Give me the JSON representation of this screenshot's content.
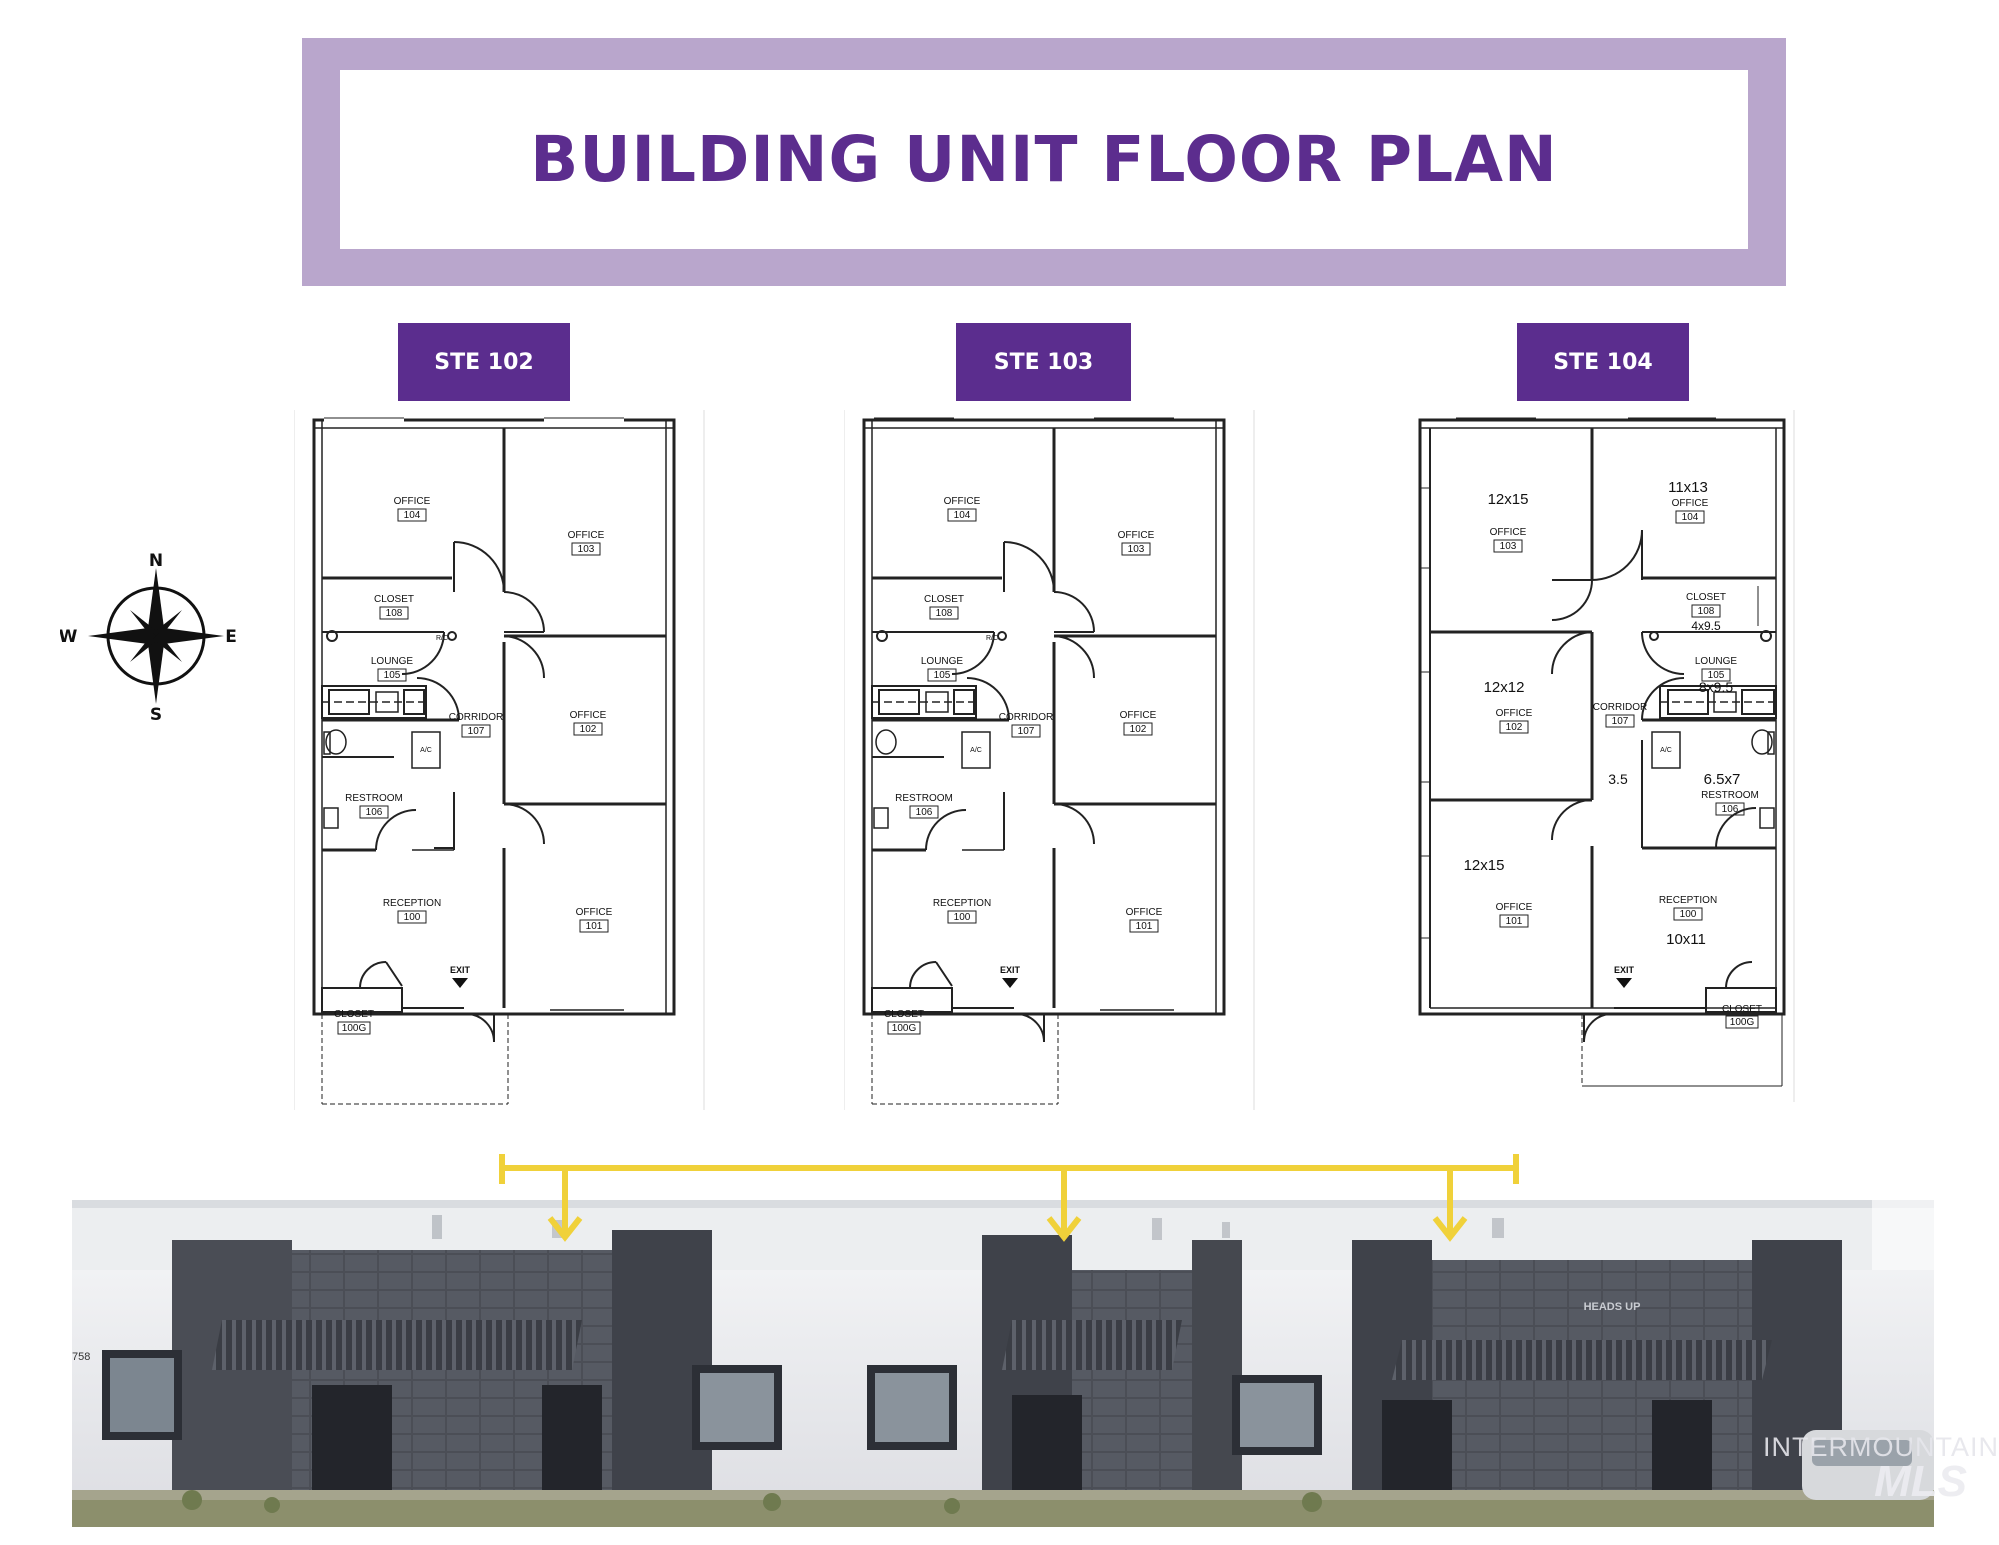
{
  "title": "BUILDING UNIT FLOOR PLAN",
  "compass": {
    "north": "N",
    "south": "S",
    "east": "E",
    "west": "W"
  },
  "units": [
    {
      "label": "STE 102",
      "rooms": [
        {
          "name": "OFFICE",
          "number": "104"
        },
        {
          "name": "OFFICE",
          "number": "103"
        },
        {
          "name": "CLOSET",
          "number": "108"
        },
        {
          "name": "LOUNGE",
          "number": "105"
        },
        {
          "name": "CORRIDOR",
          "number": "107"
        },
        {
          "name": "OFFICE",
          "number": "102"
        },
        {
          "name": "RESTROOM",
          "number": "106"
        },
        {
          "name": "RECEPTION",
          "number": "100"
        },
        {
          "name": "OFFICE",
          "number": "101"
        },
        {
          "name": "CLOSET",
          "number": "100G"
        }
      ],
      "exit": "EXIT",
      "ac": "A/C",
      "refrigerator": "R/C"
    },
    {
      "label": "STE 103",
      "rooms": [
        {
          "name": "OFFICE",
          "number": "104"
        },
        {
          "name": "OFFICE",
          "number": "103"
        },
        {
          "name": "CLOSET",
          "number": "108"
        },
        {
          "name": "LOUNGE",
          "number": "105"
        },
        {
          "name": "CORRIDOR",
          "number": "107"
        },
        {
          "name": "OFFICE",
          "number": "102"
        },
        {
          "name": "RESTROOM",
          "number": "106"
        },
        {
          "name": "RECEPTION",
          "number": "100"
        },
        {
          "name": "OFFICE",
          "number": "101"
        },
        {
          "name": "CLOSET",
          "number": "100G"
        }
      ],
      "exit": "EXIT",
      "ac": "A/C",
      "refrigerator": "R/C"
    },
    {
      "label": "STE 104",
      "rooms": [
        {
          "name": "OFFICE",
          "number": "103",
          "dims": "12x15"
        },
        {
          "name": "OFFICE",
          "number": "104",
          "dims": "11x13"
        },
        {
          "name": "CLOSET",
          "number": "108",
          "dims": "4x9.5"
        },
        {
          "name": "OFFICE",
          "number": "102",
          "dims": "12x12"
        },
        {
          "name": "LOUNGE",
          "number": "105",
          "dims": "8x9.5"
        },
        {
          "name": "CORRIDOR",
          "number": "107",
          "dims": "3.5"
        },
        {
          "name": "RESTROOM",
          "number": "106",
          "dims": "6.5x7"
        },
        {
          "name": "OFFICE",
          "number": "101",
          "dims": "12x15"
        },
        {
          "name": "RECEPTION",
          "number": "100",
          "dims": "10x11"
        },
        {
          "name": "CLOSET",
          "number": "100G"
        }
      ],
      "exit": "EXIT",
      "ac": "A/C"
    }
  ],
  "photo": {
    "address_fragment": "758",
    "sign_text": "HEADS UP"
  },
  "watermark": {
    "line1": "INTERMOUNTAIN",
    "line2": "MLS"
  },
  "colors": {
    "banner_border": "#b9a6cc",
    "title": "#5c2d8e",
    "unit_label_bg": "#5b2d8e",
    "connector": "#f0d13a"
  }
}
